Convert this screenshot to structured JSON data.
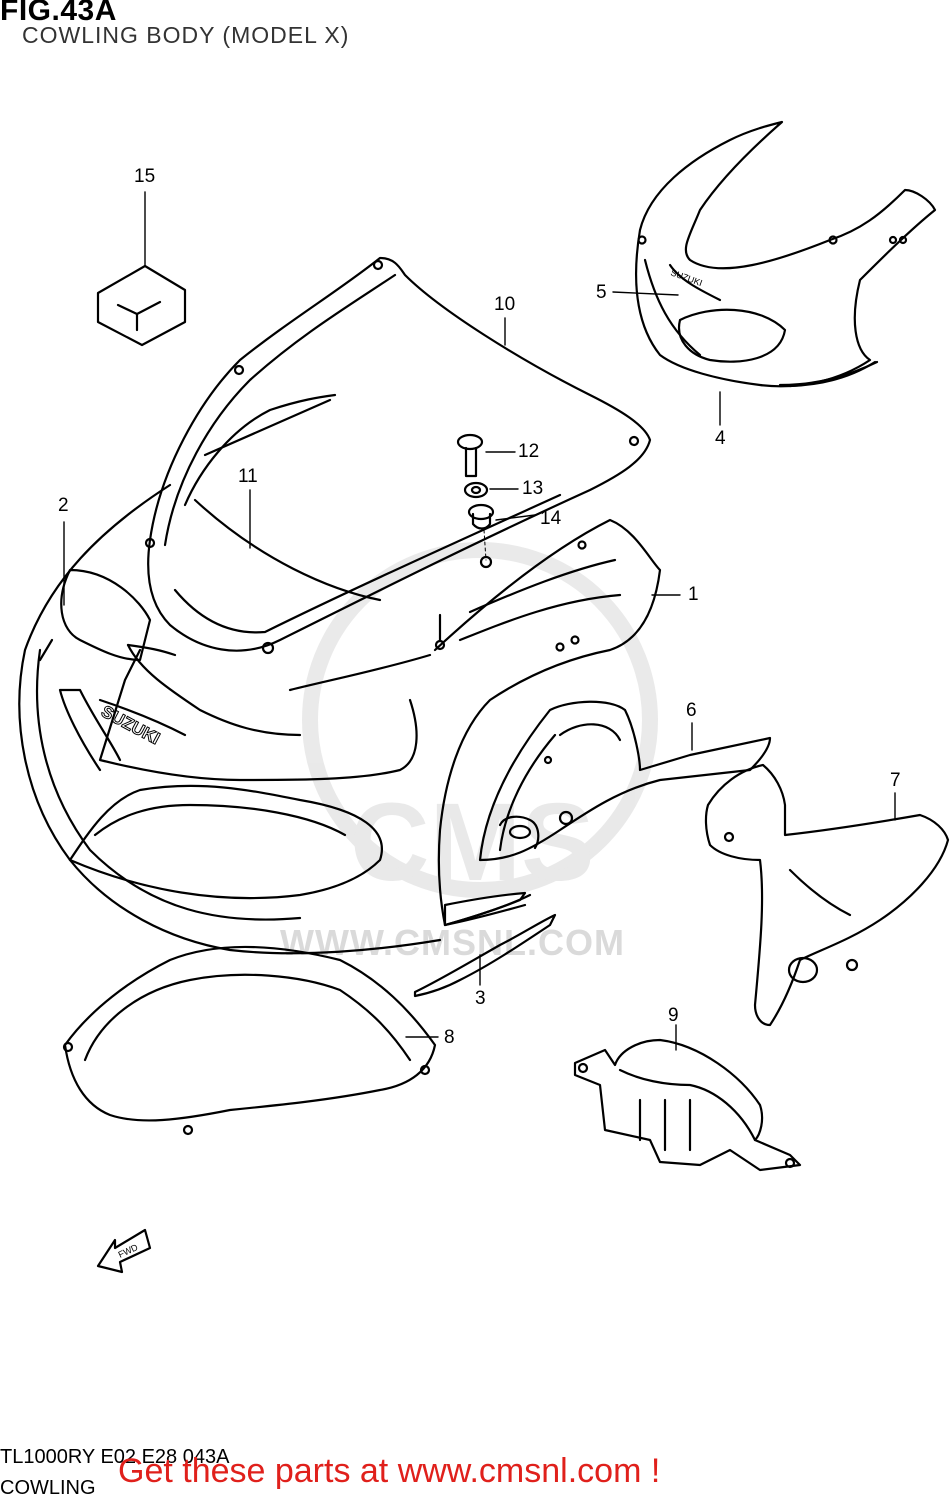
{
  "figure": {
    "title": "FIG.43A",
    "subtitle": "COWLING BODY (MODEL X)"
  },
  "parts": [
    {
      "no": "1"
    },
    {
      "no": "2"
    },
    {
      "no": "3"
    },
    {
      "no": "4"
    },
    {
      "no": "5"
    },
    {
      "no": "6"
    },
    {
      "no": "7"
    },
    {
      "no": "8"
    },
    {
      "no": "9"
    },
    {
      "no": "10"
    },
    {
      "no": "11"
    },
    {
      "no": "12"
    },
    {
      "no": "13"
    },
    {
      "no": "14"
    },
    {
      "no": "15"
    }
  ],
  "labels": {
    "brand_front": "SUZUKI",
    "brand_small": "SUZUKI",
    "fwd_arrow": "FWD"
  },
  "watermark": {
    "logo": "CMS",
    "url": "WWW.CMSNL.COM"
  },
  "footer": {
    "code": "TL1000RY E02 E28 043A",
    "name": "COWLING",
    "promo": "Get these parts at www.cmsnl.com !"
  },
  "colors": {
    "promo": "#e0201b",
    "line": "#000000",
    "watermark": "#969696"
  }
}
